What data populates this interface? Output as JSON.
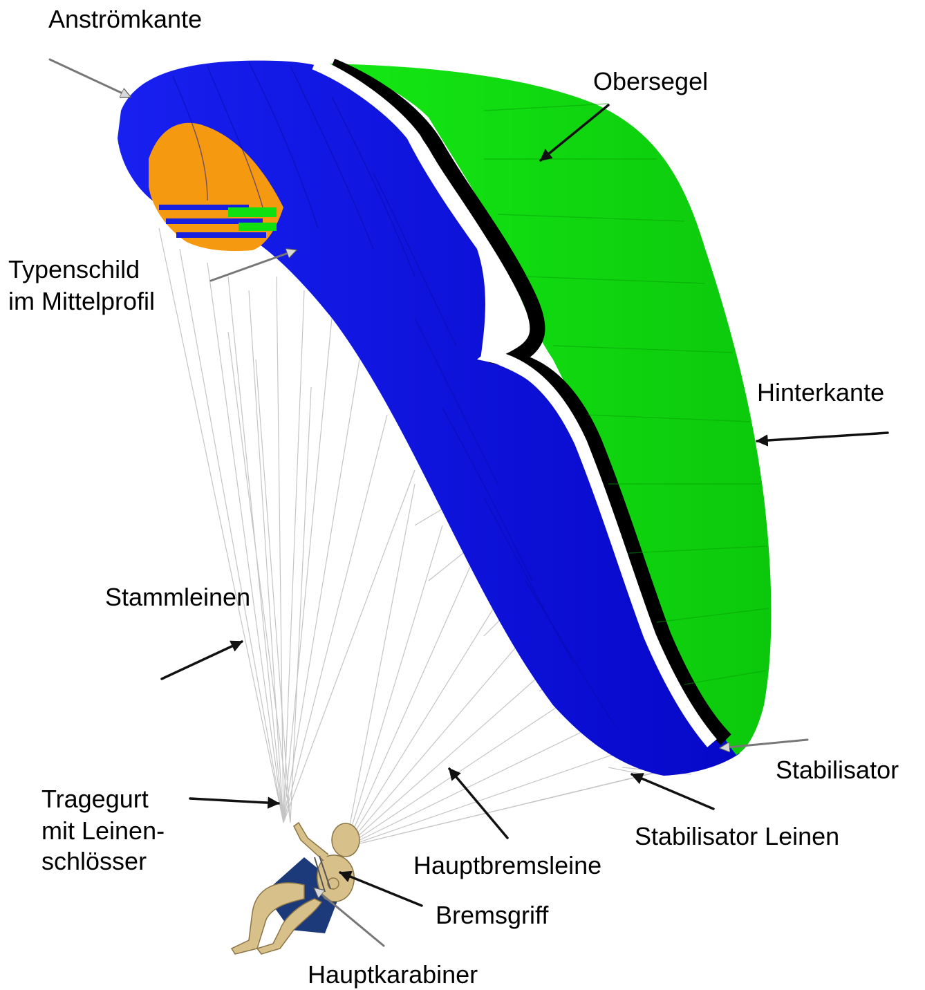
{
  "labels": {
    "leading_edge": "Anströmkante",
    "upper_surface": "Obersegel",
    "type_plate_line1": "Typenschild",
    "type_plate_line2": "im Mittelprofil",
    "trailing_edge": "Hinterkante",
    "main_lines": "Stammleinen",
    "stabilizer": "Stabilisator",
    "riser_line1": "Tragegurt",
    "riser_line2": "mit Leinen-",
    "riser_line3": "schlösser",
    "stabilizer_lines": "Stabilisator Leinen",
    "main_brake_line": "Hauptbremsleine",
    "brake_handle": "Bremsgriff",
    "main_carabiner": "Hauptkarabiner"
  },
  "colors": {
    "leading_edge_blue": "#0a10e8",
    "upper_surface_green": "#10e010",
    "interior_orange": "#f59a10",
    "stripe_black": "#000000",
    "stripe_white": "#ffffff",
    "line_gray": "#c8c8c8",
    "pilot_tan": "#d8c08a",
    "harness_navy": "#1c3a7a",
    "arrow_black": "#111111",
    "arrow_gray": "#d0d0d0"
  }
}
